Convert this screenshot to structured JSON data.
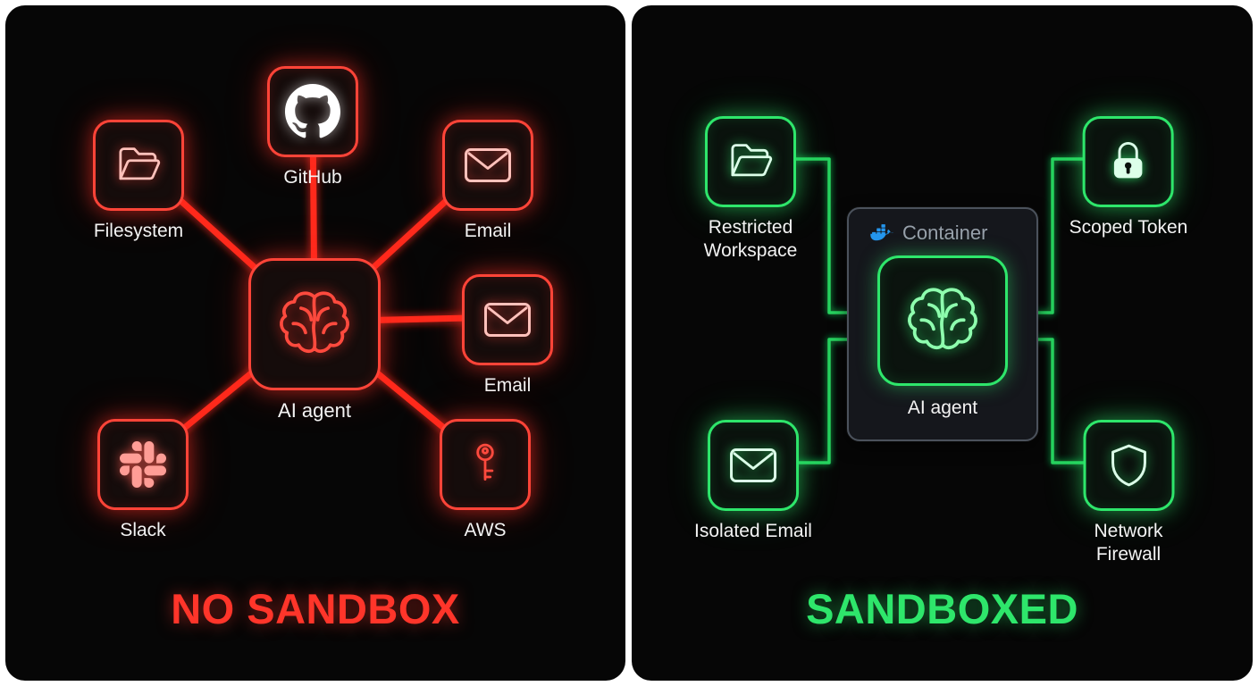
{
  "left": {
    "title": "NO SANDBOX",
    "accent": "#ff352a",
    "center": {
      "label": "AI agent"
    },
    "nodes": [
      {
        "label": "Filesystem"
      },
      {
        "label": "GitHub"
      },
      {
        "label": "Email"
      },
      {
        "label": "Email"
      },
      {
        "label": "Slack"
      },
      {
        "label": "AWS"
      }
    ]
  },
  "right": {
    "title": "SANDBOXED",
    "accent": "#2ee66b",
    "container_label": "Container",
    "center": {
      "label": "AI agent"
    },
    "nodes": [
      {
        "label": "Restricted Workspace"
      },
      {
        "label": "Scoped Token"
      },
      {
        "label": "Isolated Email"
      },
      {
        "label": "Network Firewall"
      }
    ]
  },
  "colors": {
    "red": "#ff352a",
    "green": "#2ee66b",
    "docker_blue": "#2496ED"
  },
  "icons": [
    "folder-icon",
    "github-icon",
    "email-icon",
    "brain-icon",
    "slack-icon",
    "key-icon",
    "lock-icon",
    "shield-icon",
    "docker-icon"
  ]
}
